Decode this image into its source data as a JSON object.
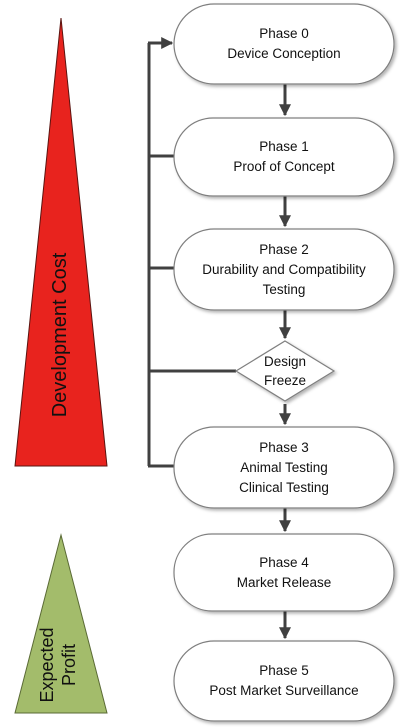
{
  "phases": [
    {
      "lines": [
        "Phase 0",
        "Device Conception"
      ]
    },
    {
      "lines": [
        "Phase 1",
        "Proof of Concept"
      ]
    },
    {
      "lines": [
        "Phase 2",
        "Durability and Compatibility",
        "Testing"
      ]
    },
    {
      "lines": [
        "Phase 3",
        "Animal Testing",
        "Clinical Testing"
      ]
    },
    {
      "lines": [
        "Phase 4",
        "Market Release"
      ]
    },
    {
      "lines": [
        "Phase 5",
        "Post Market Surveillance"
      ]
    }
  ],
  "decision": {
    "lines": [
      "Design",
      "Freeze"
    ]
  },
  "development_cost": {
    "label": "Development Cost",
    "color": "#e8231e"
  },
  "expected_profit": {
    "lines": [
      "Expected",
      "Profit"
    ],
    "color": "#a3bc6b"
  },
  "colors": {
    "node_fill": "#ffffff",
    "node_stroke": "#7f7f7f",
    "arrow": "#404040"
  }
}
